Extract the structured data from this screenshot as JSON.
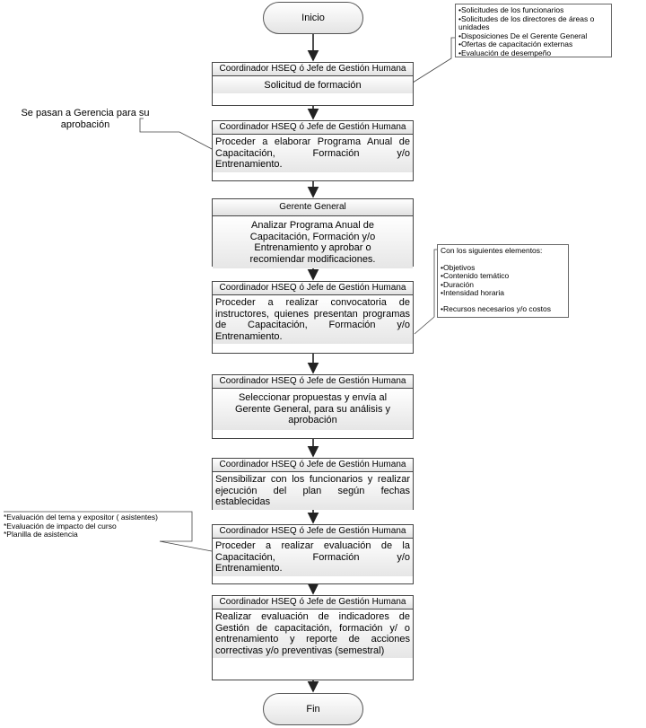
{
  "terminals": {
    "start": "Inicio",
    "end": "Fin"
  },
  "steps": [
    {
      "role": "Coordinador HSEQ ó Jefe de Gestión Humana",
      "action": "Solicitud de formación"
    },
    {
      "role": "Coordinador HSEQ ó Jefe de Gestión Humana",
      "action": "Proceder a elaborar Programa Anual de Capacitación, Formación y/o Entrenamiento."
    },
    {
      "role": "Gerente General",
      "action": "Analizar Programa Anual de Capacitación, Formación y/o Entrenamiento y aprobar o recomiendar modificaciones."
    },
    {
      "role": "Coordinador HSEQ ó Jefe de Gestión Humana",
      "action": "Proceder a realizar convocatoria de instructores, quienes presentan programas de Capacitación, Formación y/o Entrenamiento."
    },
    {
      "role": "Coordinador HSEQ ó Jefe de Gestión Humana",
      "action": "Seleccionar propuestas y envía al Gerente General,  para su análisis y aprobación"
    },
    {
      "role": "Coordinador HSEQ ó Jefe de Gestión Humana",
      "action": "Sensibilizar con los funcionarios y realizar ejecución del plan según fechas establecidas"
    },
    {
      "role": "Coordinador HSEQ ó Jefe de Gestión Humana",
      "action": "Proceder a realizar evaluación de la Capacitación, Formación y/o Entrenamiento."
    },
    {
      "role": "Coordinador HSEQ ó Jefe de Gestión Humana",
      "action": "Realizar evaluación de indicadores de Gestión de capacitación, formación y/ o entrenamiento y reporte de acciones correctivas y/o preventivas (semestral)"
    }
  ],
  "notes": {
    "sources": [
      "•Solicitudes de los funcionarios",
      "•Solicitudes de los directores de áreas o unidades",
      "•Disposiciones De el Gerente General",
      "•Ofertas de capacitación externas",
      "•Evaluación de desempeño"
    ],
    "approval": "Se pasan a Gerencia para su aprobación",
    "elements_title": "Con los siguientes elementos:",
    "elements": [
      "•Objetivos",
      "•Contenido temático",
      "•Duración",
      "•Intensidad horaria",
      "•Recursos necesarios y/o costos"
    ],
    "evaluation": [
      "*Evaluación del tema y expositor ( asistentes)",
      "*Evaluación de impacto del curso",
      "*Planilla de asistencia"
    ]
  }
}
